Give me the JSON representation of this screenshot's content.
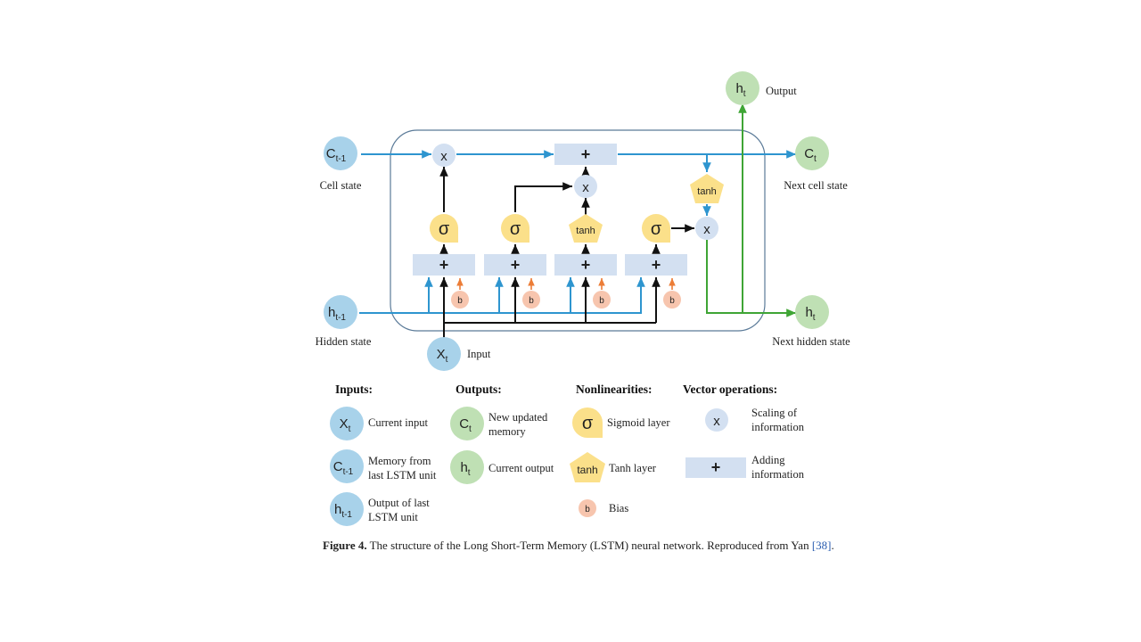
{
  "diagram": {
    "nodes": {
      "c_prev": {
        "main": "C",
        "sub": "t-1",
        "label": "Cell state"
      },
      "h_prev": {
        "main": "h",
        "sub": "t-1",
        "label": "Hidden state"
      },
      "x_t": {
        "main": "X",
        "sub": "t",
        "label": "Input"
      },
      "c_t": {
        "main": "C",
        "sub": "t",
        "label": "Next cell state"
      },
      "h_t_next": {
        "main": "h",
        "sub": "t",
        "label": "Next hidden state"
      },
      "h_t_out": {
        "main": "h",
        "sub": "t",
        "label": "Output"
      }
    },
    "ops": {
      "multiply": "x",
      "add": "+",
      "sigma": "σ",
      "tanh": "tanh",
      "bias": "b"
    }
  },
  "legend": {
    "inputs": {
      "title": "Inputs:",
      "items": [
        {
          "main": "X",
          "sub": "t",
          "line1": "Current input",
          "line2": ""
        },
        {
          "main": "C",
          "sub": "t-1",
          "line1": "Memory from",
          "line2": "last LSTM unit"
        },
        {
          "main": "h",
          "sub": "t-1",
          "line1": "Output of last",
          "line2": "LSTM unit"
        }
      ]
    },
    "outputs": {
      "title": "Outputs:",
      "items": [
        {
          "main": "C",
          "sub": "t",
          "line1": "New updated",
          "line2": "memory"
        },
        {
          "main": "h",
          "sub": "t",
          "line1": "Current output",
          "line2": ""
        }
      ]
    },
    "nonlinearities": {
      "title": "Nonlinearities:",
      "items": [
        {
          "symbol": "σ",
          "line1": "Sigmoid layer"
        },
        {
          "symbol": "tanh",
          "line1": "Tanh layer"
        },
        {
          "symbol": "b",
          "line1": "Bias"
        }
      ]
    },
    "vector_ops": {
      "title": "Vector operations:",
      "items": [
        {
          "symbol": "x",
          "line1": "Scaling of",
          "line2": "information"
        },
        {
          "symbol": "+",
          "line1": "Adding",
          "line2": "information"
        }
      ]
    }
  },
  "caption": {
    "figure_label": "Figure 4.",
    "text": " The structure of the Long Short-Term Memory (LSTM) neural network. Reproduced from Yan ",
    "ref": "[38]",
    "end": "."
  },
  "colors": {
    "input_circle": "#a8d2ea",
    "output_circle": "#bfe0b4",
    "sigmoid": "#fbe08a",
    "op_box": "#d3e0f1",
    "bias": "#f7c5ae",
    "blue_line": "#2e95cf",
    "green_line": "#3fa535",
    "orange_arrow": "#ec7d37",
    "black_line": "#111111"
  }
}
